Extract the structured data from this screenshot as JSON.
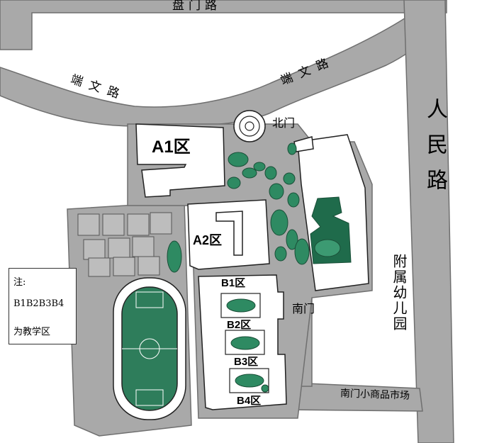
{
  "roads": {
    "panmen": "盘门路",
    "duanwen_left": "端文路",
    "duanwen_right": "端文路",
    "renmin": "人民路",
    "nanmen_market": "南门小商品市场"
  },
  "buildings": {
    "a1": "A1区",
    "a2": "A2区",
    "b1": "B1区",
    "b2": "B2区",
    "b3": "B3区",
    "b4": "B4区",
    "kindergarten": "附属幼儿园"
  },
  "gates": {
    "north": "北门",
    "south": "南门"
  },
  "legend": {
    "title": "注:",
    "line1": "B1B2B3B4",
    "line2": "为教学区"
  },
  "colors": {
    "road": "#a9a9a9",
    "road_edge": "#6f6f6f",
    "field": "#2e7d5b",
    "green": "#1f6b4b",
    "green_light": "#3c9a72",
    "building": "#ffffff"
  }
}
